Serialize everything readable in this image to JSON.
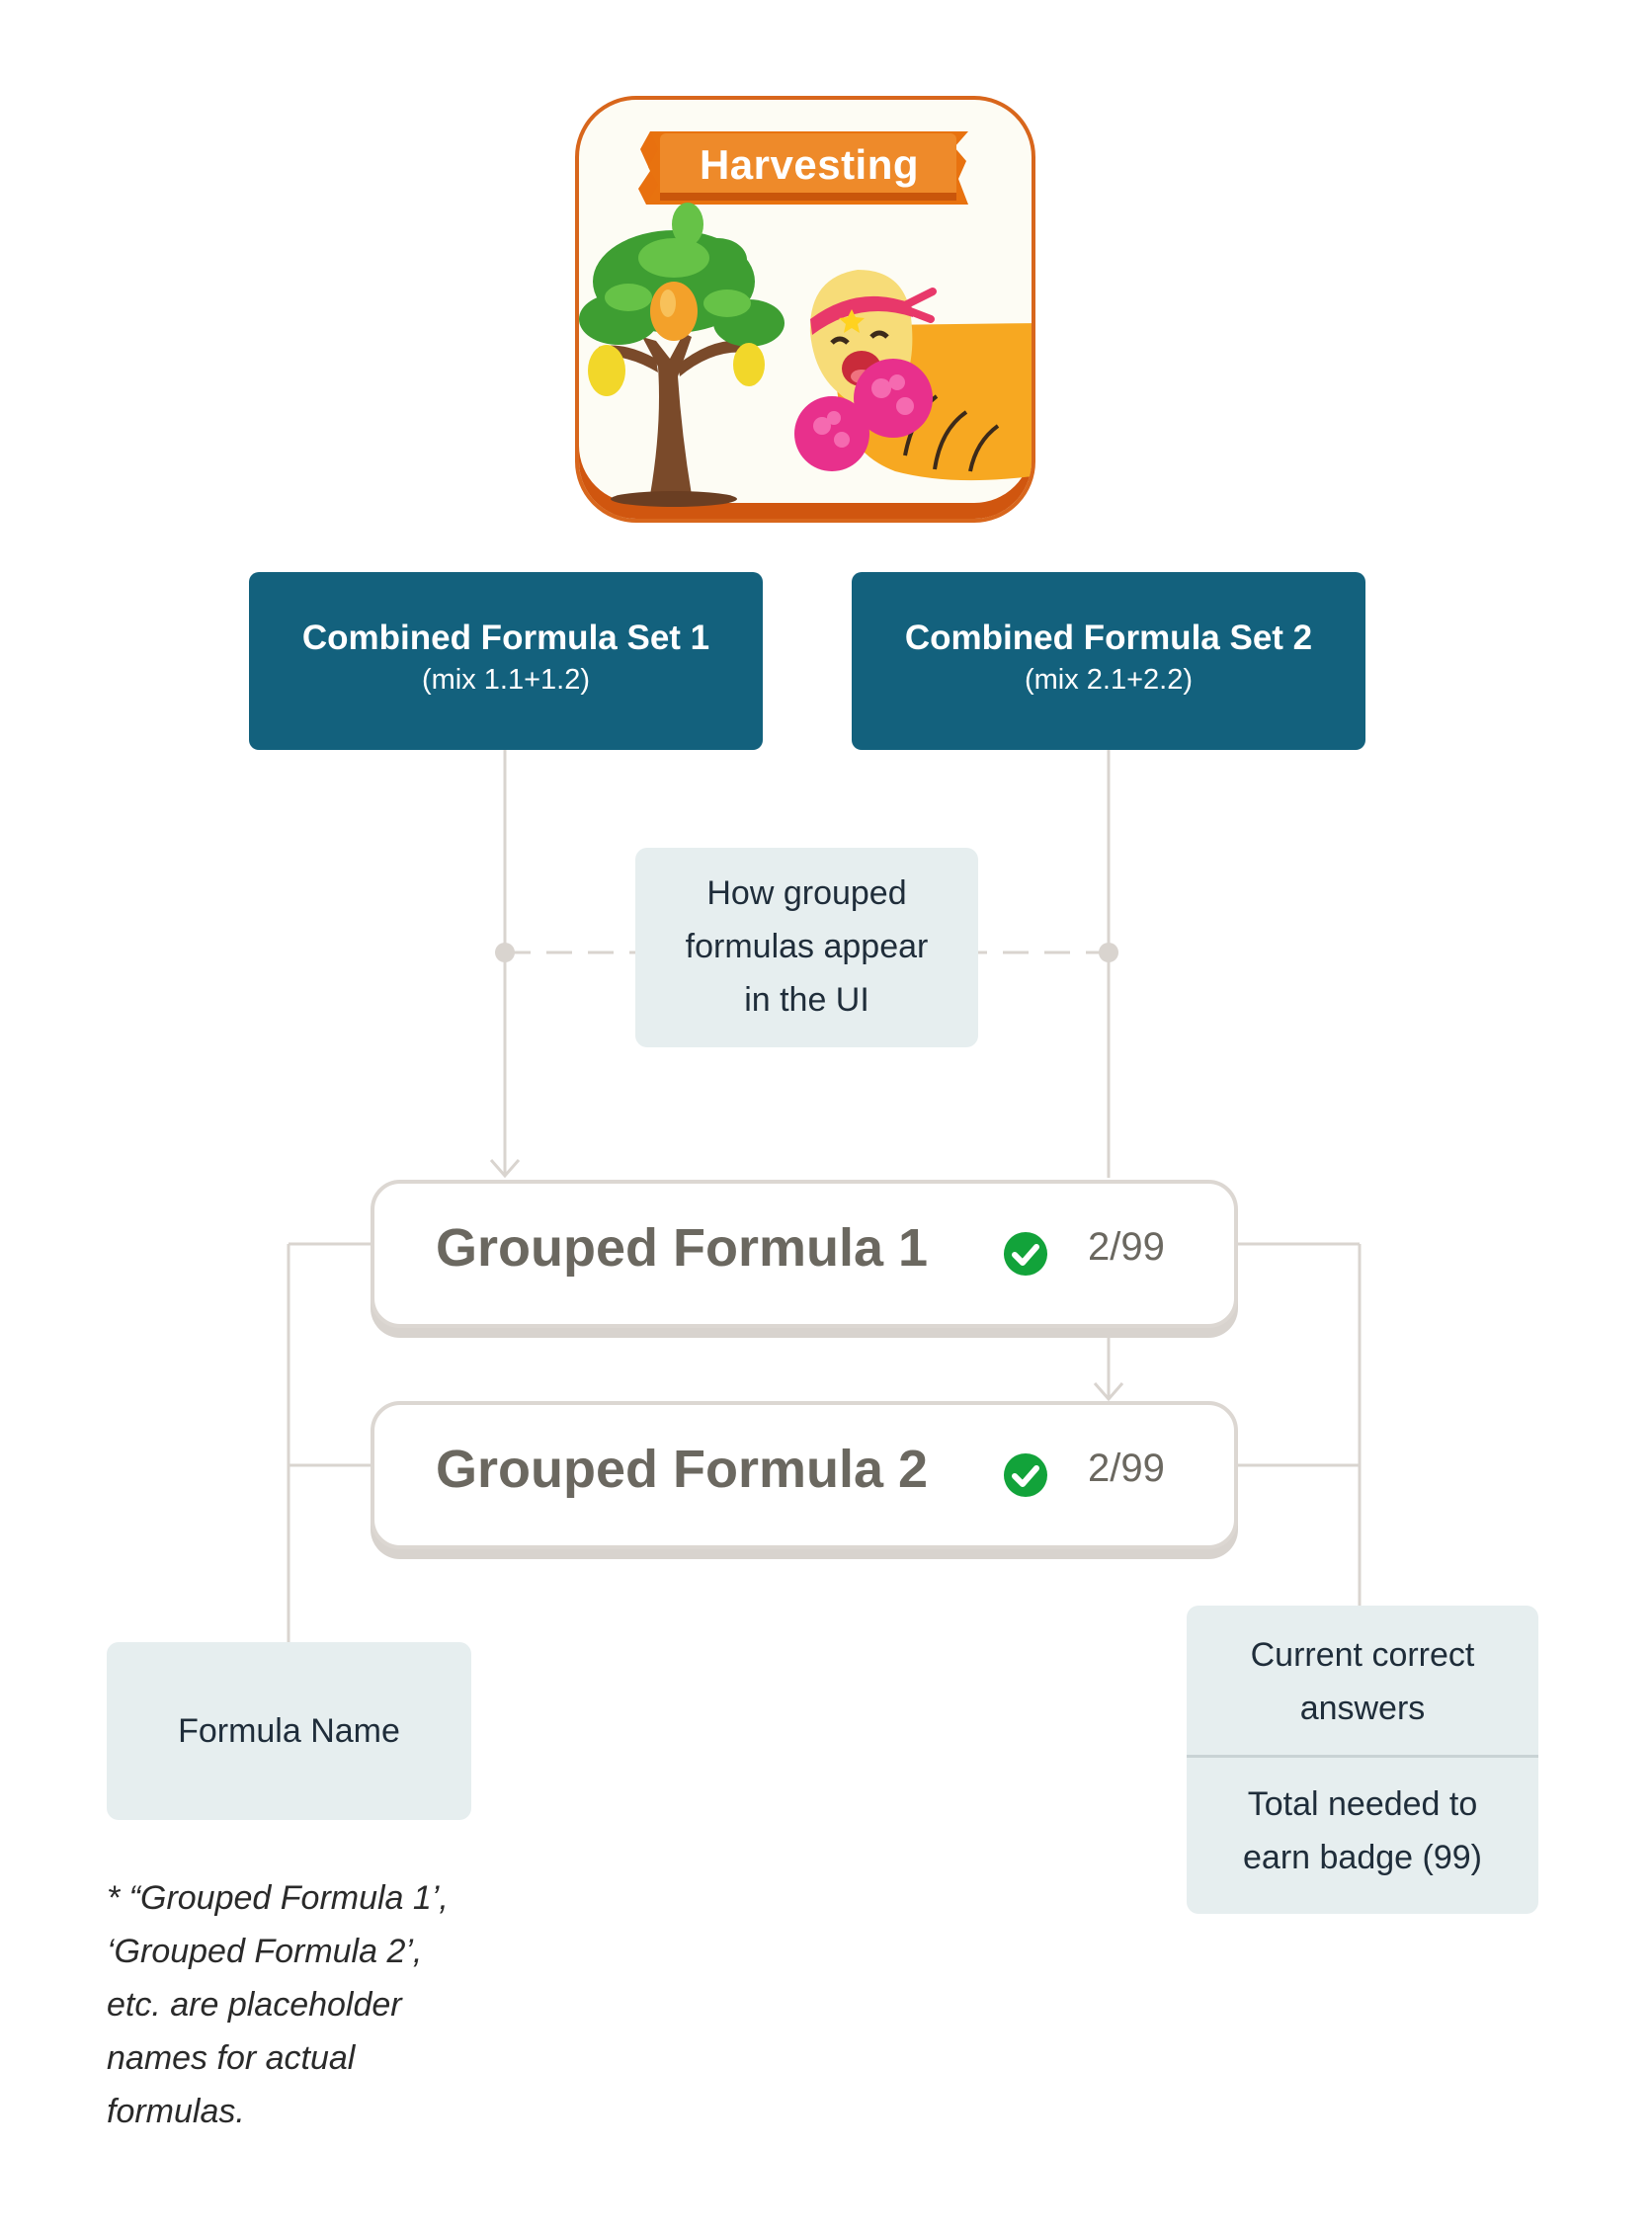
{
  "badge": {
    "title": "Harvesting",
    "icon": "mango-tree-and-cheering-mascot-illustration"
  },
  "sets": [
    {
      "title": "Combined Formula Set 1",
      "subtitle": "(mix 1.1+1.2)"
    },
    {
      "title": "Combined Formula Set 2",
      "subtitle": "(mix 2.1+2.2)"
    }
  ],
  "how_note": [
    "How grouped",
    "formulas appear",
    "in the UI"
  ],
  "formulas": [
    {
      "name": "Grouped Formula 1",
      "count": "2/99",
      "status_icon": "check-circle-icon"
    },
    {
      "name": "Grouped Formula 2",
      "count": "2/99",
      "status_icon": "check-circle-icon"
    }
  ],
  "name_note": "Formula Name",
  "count_note": {
    "top": [
      "Current correct",
      "answers"
    ],
    "bottom": [
      "Total needed to",
      "earn badge (99)"
    ]
  },
  "footnote": [
    "* “Grouped Formula 1’,",
    "‘Grouped Formula 2’,",
    "etc. are placeholder",
    "names for actual",
    "formulas."
  ],
  "colors": {
    "set_box": "#13617d",
    "note_bg": "#e6eeef",
    "connector": "#d9d4cf",
    "check": "#12a33a",
    "badge_border": "#d8661c"
  }
}
